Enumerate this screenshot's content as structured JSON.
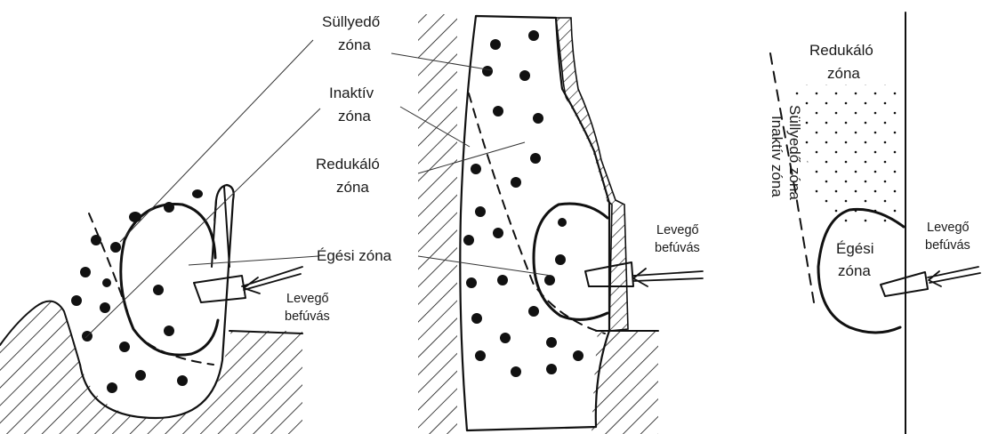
{
  "labels": {
    "sullyedo_l1": "Süllyedő",
    "sullyedo_l2": "zóna",
    "inaktiv_l1": "Inaktív",
    "inaktiv_l2": "zóna",
    "redukalo_l1": "Redukáló",
    "redukalo_l2": "zóna",
    "egesi": "Égési zóna",
    "levego_left_l1": "Levegő",
    "levego_left_l2": "befúvás",
    "levego_mid_l1": "Levegő",
    "levego_mid_l2": "befúvás",
    "r_redukalo_l1": "Redukáló",
    "r_redukalo_l2": "zóna",
    "r_sullyedo": "Süllyedő zóna",
    "r_inaktiv": "Inaktív zóna",
    "r_egesi_l1": "Égési",
    "r_egesi_l2": "zóna",
    "levego_right_l1": "Levegő",
    "levego_right_l2": "befúvás"
  }
}
